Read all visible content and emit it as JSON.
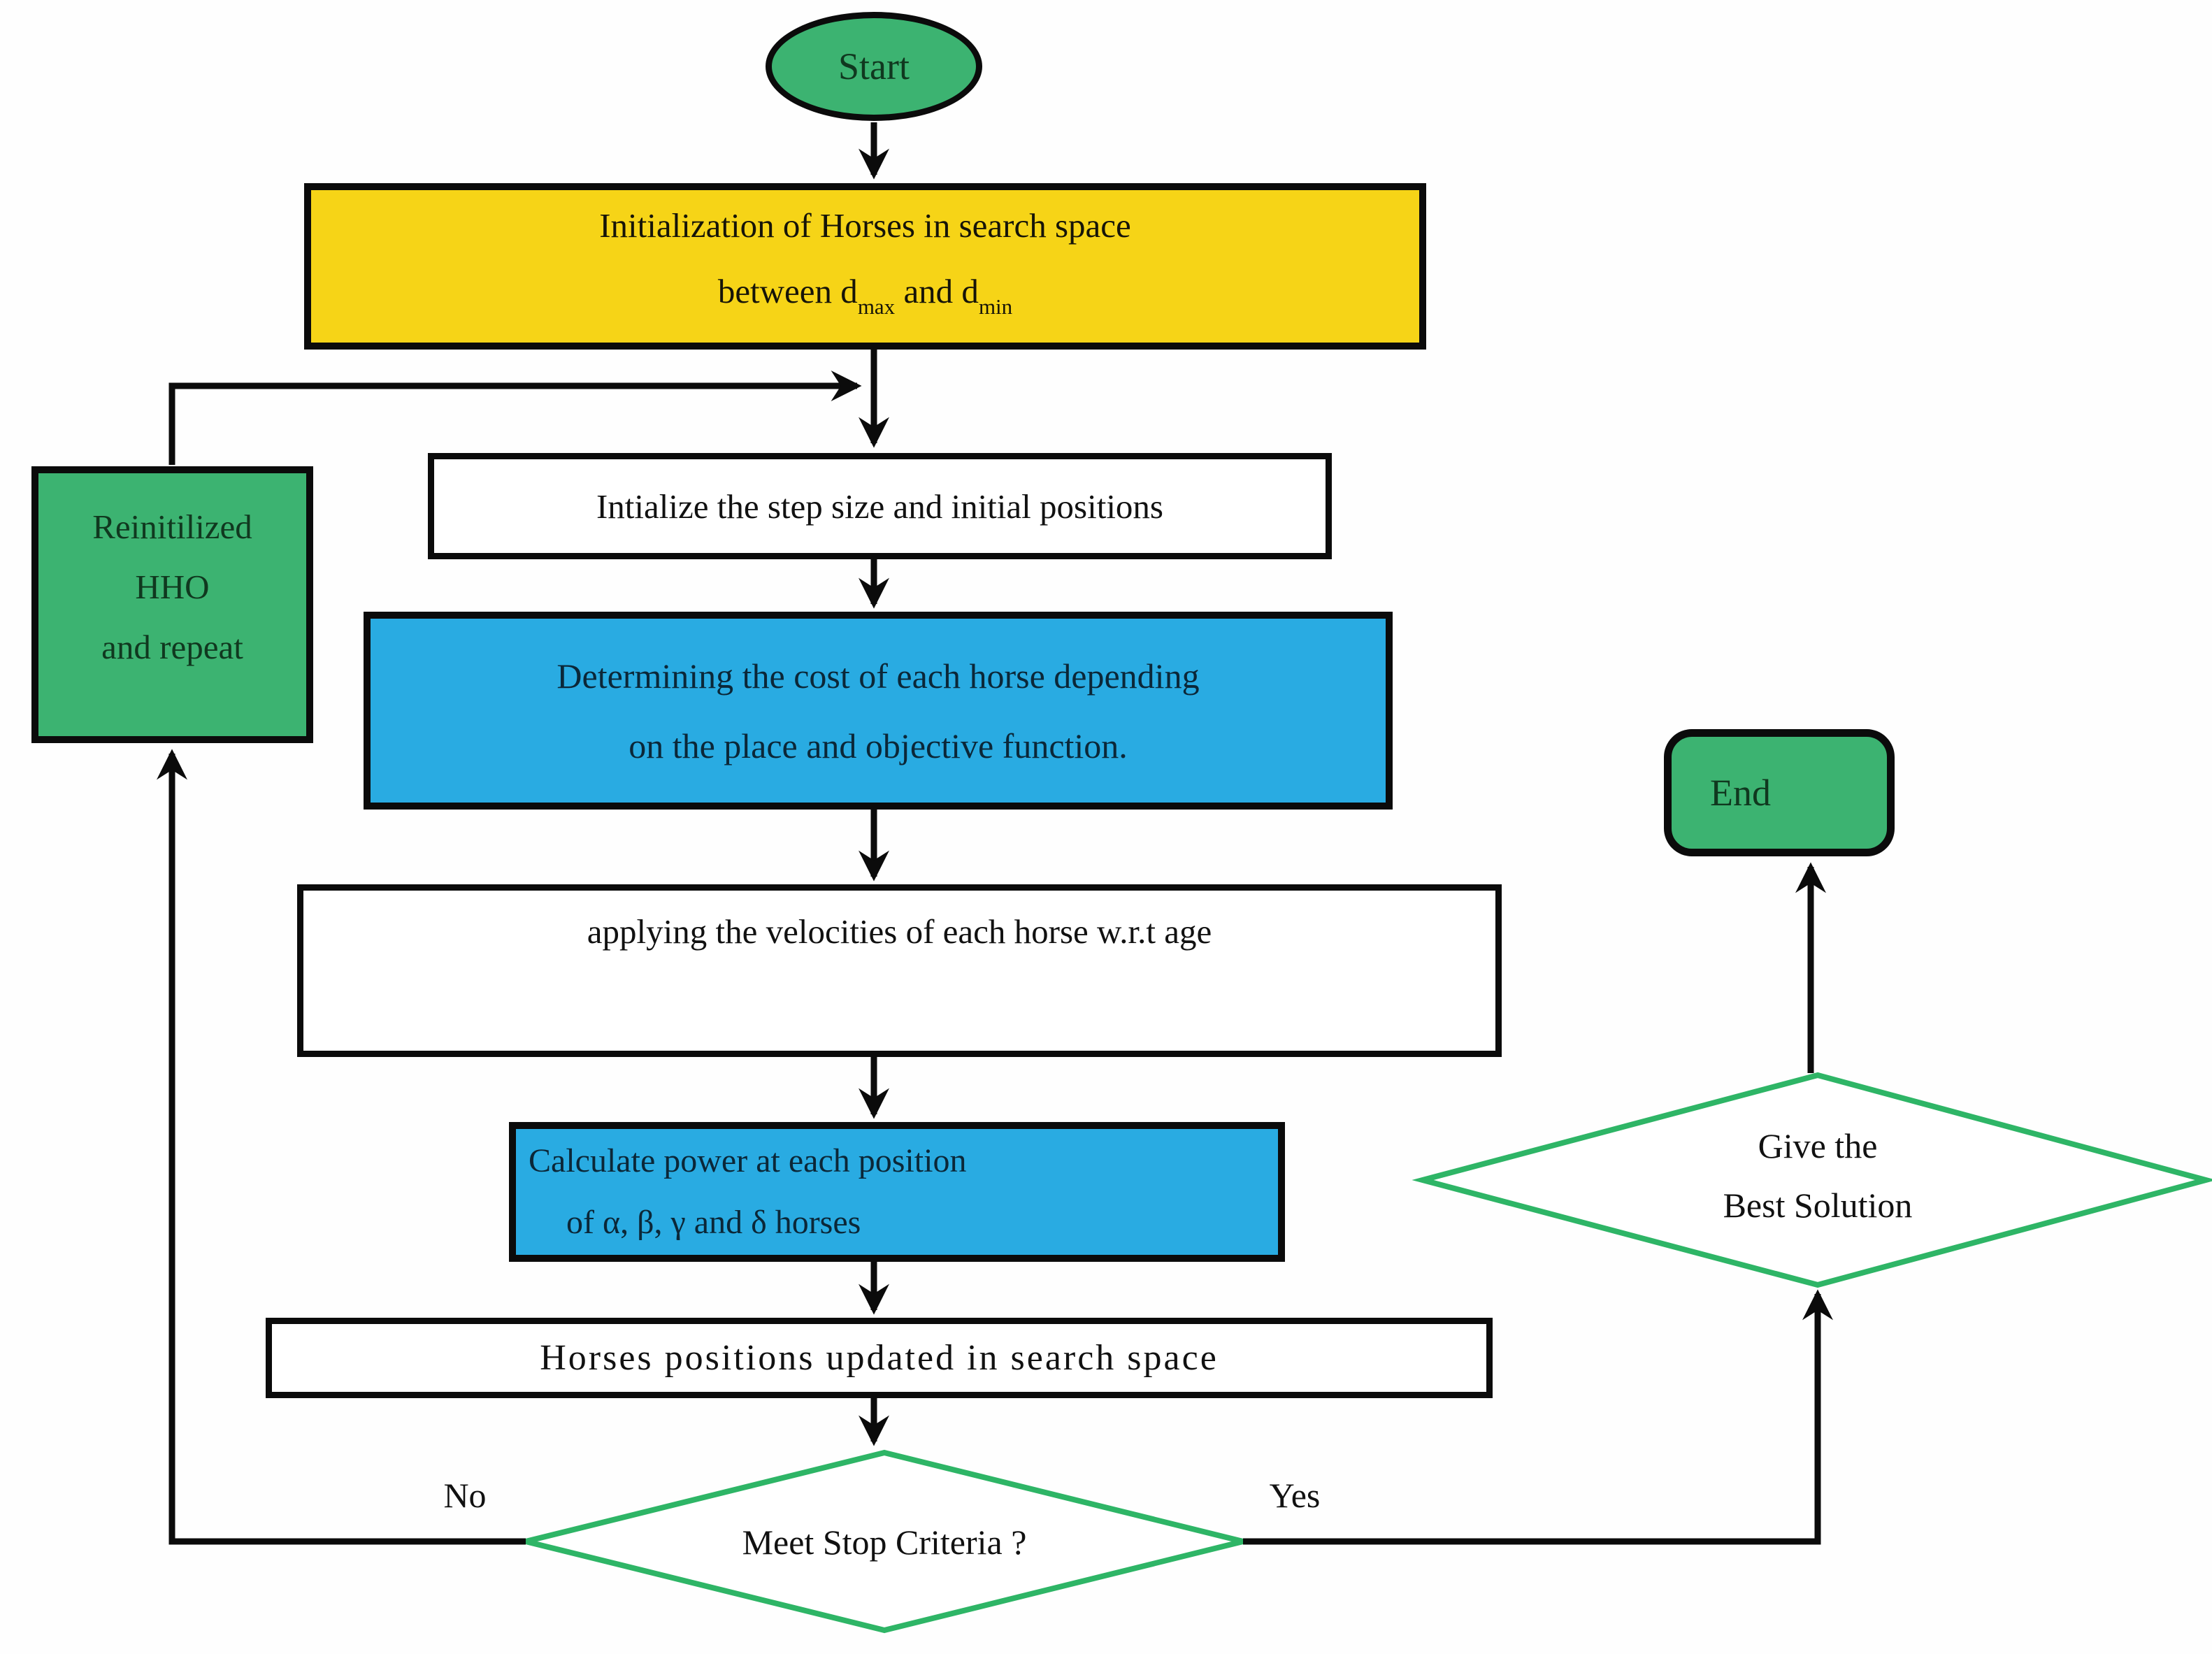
{
  "colors": {
    "green_fill": "#3cb371",
    "yellow_fill": "#f6d417",
    "blue_fill": "#29abe2",
    "diamond_stroke": "#2eb566",
    "dark_green_text": "#10381f",
    "line_black": "#0b0b0b"
  },
  "nodes": {
    "start": {
      "label": "Start"
    },
    "initialization": {
      "line1": "Initialization of Horses in search space",
      "line2_prefix": "between d",
      "line2_sub1": "max",
      "line2_mid": " and d",
      "line2_sub2": "min"
    },
    "step": {
      "label": "Intialize the step size and initial positions"
    },
    "cost": {
      "line1": "Determining the cost of each horse depending",
      "line2": "on the place and objective function."
    },
    "velocity": {
      "label": "applying the velocities of each horse w.r.t age"
    },
    "power": {
      "line1": "Calculate power at each position",
      "line2": "of α, β, γ and δ horses"
    },
    "positions": {
      "label": "Horses positions  updated in search space"
    },
    "stop_decision": {
      "label": "Meet Stop Criteria ?"
    },
    "reinit": {
      "line1": "Reinitilized",
      "line2": "HHO",
      "line3": "and repeat"
    },
    "best_decision": {
      "line1": "Give the",
      "line2": "Best Solution"
    },
    "end": {
      "label": "End"
    }
  },
  "edge_labels": {
    "no": "No",
    "yes": "Yes"
  }
}
